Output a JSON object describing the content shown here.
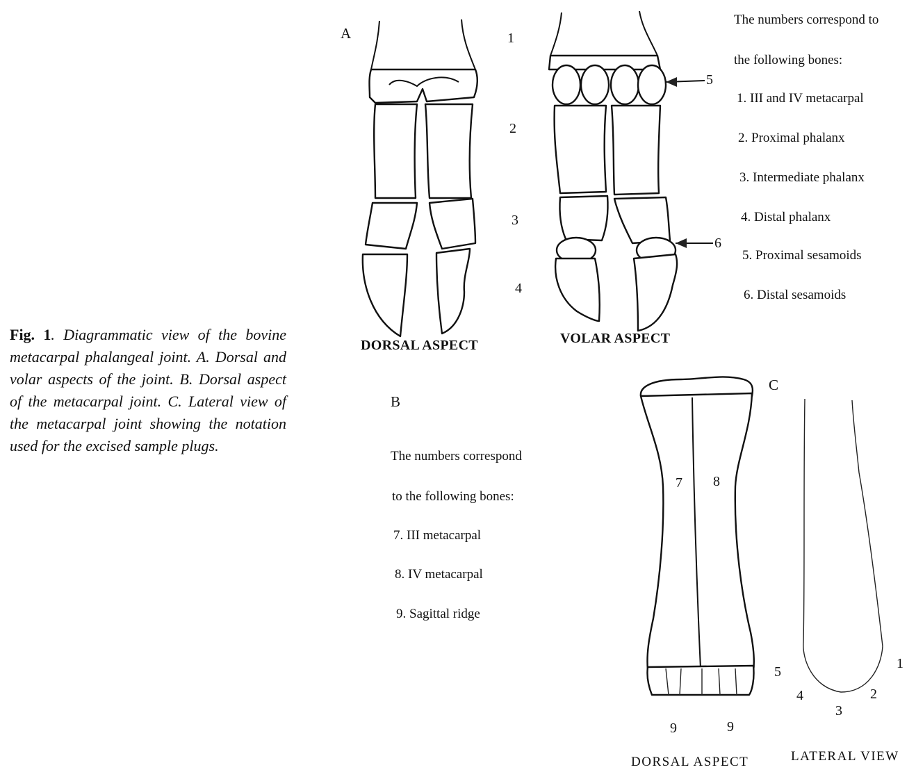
{
  "caption": {
    "fig_label": "Fig. 1",
    "text": "Diagrammatic view of the bovine metacarpal phalangeal joint. A. Dorsal and volar aspects of the joint. B. Dorsal aspect of the metacarpal joint. C. Lateral view of the metacarpal joint showing the notation used for the excised sample plugs."
  },
  "panel_a": {
    "label": "A",
    "numbers": [
      "1",
      "2",
      "3",
      "4"
    ],
    "dorsal_caption": "DORSAL ASPECT",
    "volar_caption": "VOLAR ASPECT",
    "arrow_5": "5",
    "arrow_6": "6",
    "legend_intro_1": "The numbers correspond to",
    "legend_intro_2": "the following bones:",
    "legend_items": [
      "1.  III and IV metacarpal",
      "2.  Proximal phalanx",
      "3.  Intermediate phalanx",
      "4.  Distal phalanx",
      "5.  Proximal sesamoids",
      "6.  Distal sesamoids"
    ]
  },
  "panel_b": {
    "label": "B",
    "legend_intro_1": "The numbers correspond",
    "legend_intro_2": "to the following bones:",
    "legend_items": [
      "7.  III metacarpal",
      "8.  IV metacarpal",
      "9.  Sagittal ridge"
    ],
    "bone_label_7": "7",
    "bone_label_8": "8",
    "ridge_label_left": "9",
    "ridge_label_right": "9",
    "side_label_5": "5",
    "caption": "DORSAL ASPECT"
  },
  "panel_c": {
    "label": "C",
    "numbers": [
      "1",
      "2",
      "3",
      "4"
    ],
    "caption": "LATERAL VIEW"
  }
}
